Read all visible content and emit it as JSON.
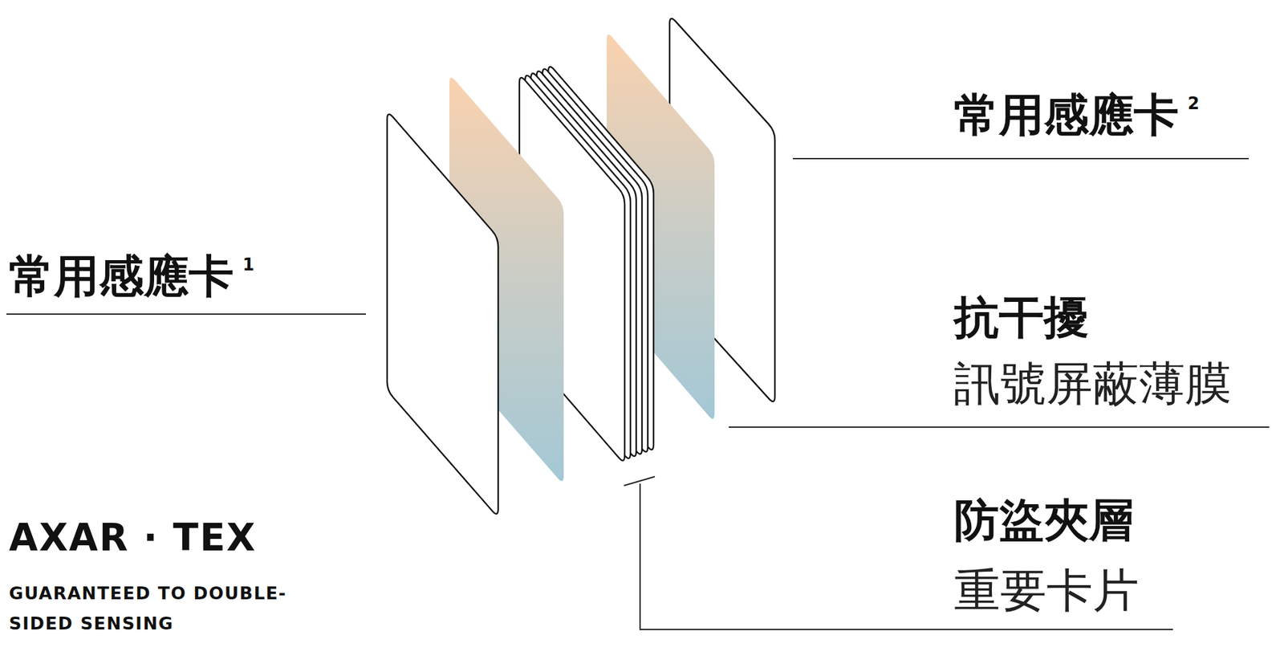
{
  "diagram": {
    "labels": [
      "常用感應卡",
      "1",
      "常用感應卡",
      "2",
      "抗干擾",
      "訊號屏蔽薄膜",
      "防盜夾層",
      "重要卡片",
      "AXAR · TEX",
      "GUARANTEED TO DOUBLE-SIDED SENSING"
    ]
  }
}
